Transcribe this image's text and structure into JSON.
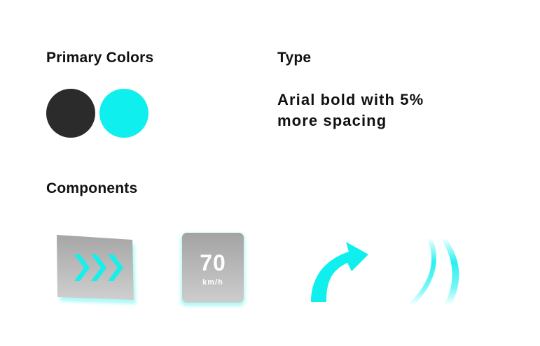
{
  "colors": {
    "dark": "#2b2b2b",
    "cyan": "#0ff0ee",
    "panel_top": "#a9a9a9",
    "panel_bottom": "#cecece"
  },
  "primary_colors": {
    "heading": "Primary Colors"
  },
  "type": {
    "heading": "Type",
    "sample_line1": "Arial bold with 5%",
    "sample_line2": "more spacing"
  },
  "components": {
    "heading": "Components",
    "chevron_icon": "triple-chevron-right-icon",
    "speed_value": "70",
    "speed_unit": "km/h",
    "turn_icon": "turn-right-arrow-icon",
    "lane_icon": "lane-lines-icon"
  }
}
